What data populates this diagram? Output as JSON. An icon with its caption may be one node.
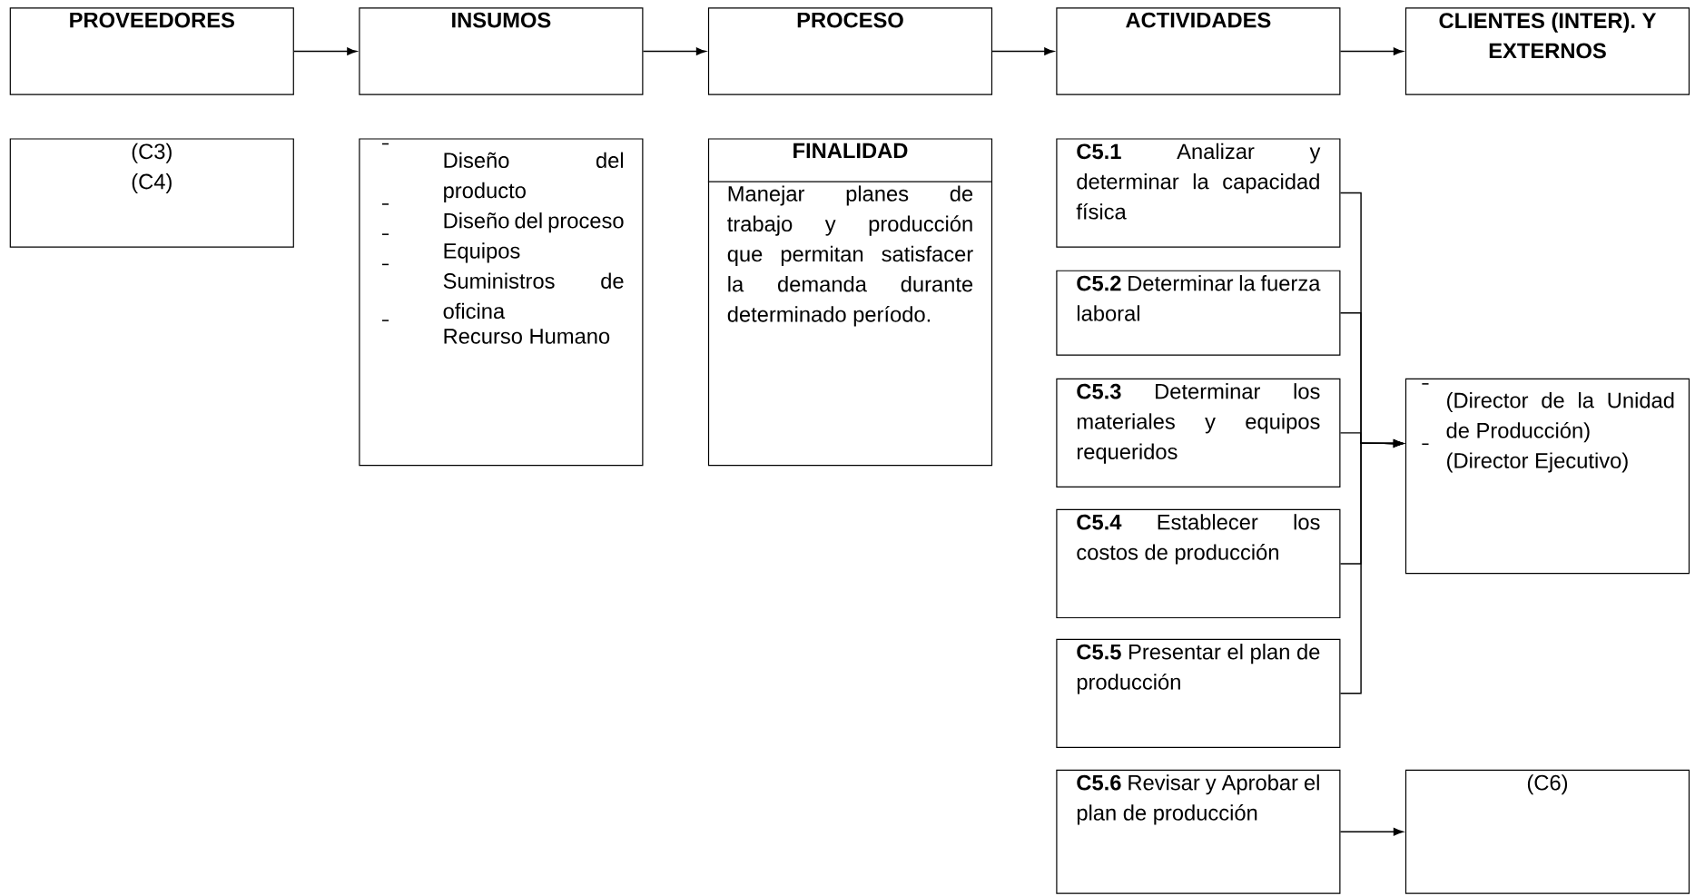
{
  "diagram": {
    "nodes": [
      {
        "text": [
          "PROVEEDORES"
        ]
      },
      {
        "text": [
          "INSUMOS"
        ]
      },
      {
        "text": [
          "PROCESO"
        ]
      },
      {
        "text": [
          "ACTIVIDADES"
        ]
      },
      {
        "text": [
          "CLIENTES (INTER). Y EXTERNOS"
        ]
      },
      {
        "text": [
          "(C3)",
          "(C4)"
        ]
      },
      {
        "text": [
          "Diseño del producto",
          "Diseño del proceso",
          "Equipos",
          "Suministros de oficina",
          "Recurso Humano"
        ]
      },
      {
        "text": [
          "FINALIDAD",
          "Manejar planes de trabajo y producción que permitan satisfacer la demanda durante determinado período."
        ]
      },
      {
        "text": [
          "**C5.1** Analizar y determinar la capacidad física"
        ]
      },
      {
        "text": [
          "**C5.2** Determinar la fuerza laboral"
        ]
      },
      {
        "text": [
          "**C5.3** Determinar los materiales y equipos requeridos"
        ]
      },
      {
        "text": [
          "**C5.4** Establecer los costos de producción"
        ]
      },
      {
        "text": [
          "**C5.5** Presentar el plan de producción"
        ]
      },
      {
        "text": [
          "(Director de la Unidad de Producción)",
          "(Director Ejecutivo)"
        ]
      },
      {
        "text": [
          "**C5.6** Revisar y Aprobar el plan de producción"
        ]
      },
      {
        "text": [
          "(C6)"
        ]
      }
    ],
    "edges": [
      {
        "from": 0,
        "to": 1,
        "arrow": "to"
      },
      {
        "from": 1,
        "to": 2,
        "arrow": "to"
      },
      {
        "from": 2,
        "to": 3,
        "arrow": "to"
      },
      {
        "from": 3,
        "to": 4,
        "arrow": "to"
      },
      {
        "from": 8,
        "to": 13,
        "arrow": "to"
      },
      {
        "from": 9,
        "to": 13,
        "arrow": "to"
      },
      {
        "from": 10,
        "to": 13,
        "arrow": "to"
      },
      {
        "from": 11,
        "to": 13,
        "arrow": "to"
      },
      {
        "from": 12,
        "to": 13,
        "arrow": "to"
      },
      {
        "from": 14,
        "to": 15,
        "arrow": "to"
      }
    ]
  }
}
